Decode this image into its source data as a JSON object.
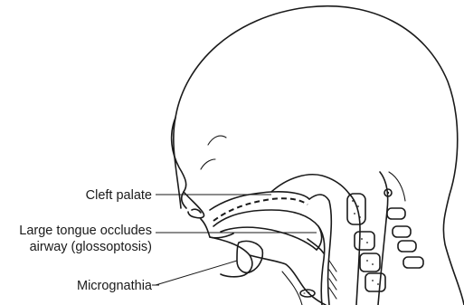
{
  "labels": {
    "cleft_palate": "Cleft palate",
    "large_tongue_line1": "Large tongue occludes",
    "large_tongue_line2": "airway (glossoptosis)",
    "micrognathia": "Micrognathia"
  },
  "colors": {
    "ink": "#1a1a1a",
    "background": "#ffffff"
  }
}
